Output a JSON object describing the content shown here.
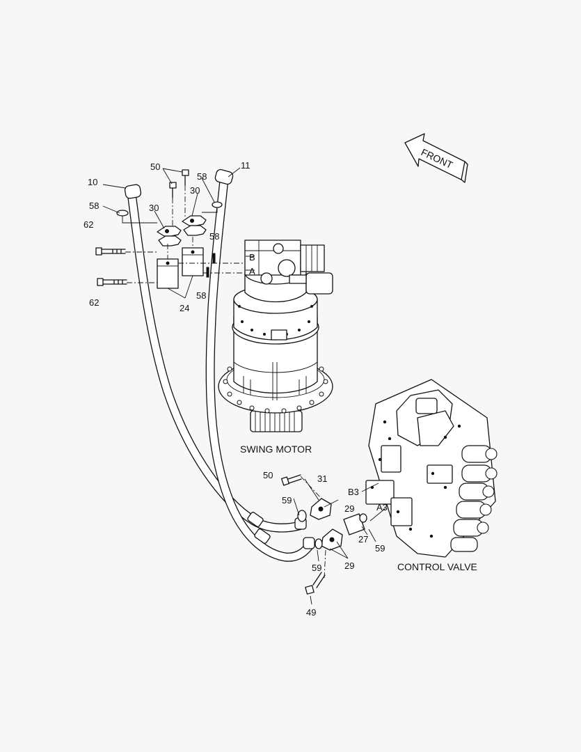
{
  "callouts": {
    "c10": "10",
    "c11": "11",
    "c50a": "50",
    "c58a": "58",
    "c30a": "30",
    "c30b": "30",
    "c58b": "58",
    "c62a": "62",
    "c58c": "58",
    "c58d": "58",
    "c62b": "62",
    "c24": "24",
    "c50b": "50",
    "c31": "31",
    "cB3": "B3",
    "c59a": "59",
    "c29a": "29",
    "cA3": "A3",
    "c27": "27",
    "c59b": "59",
    "c29b": "29",
    "c59c": "59",
    "c49": "49"
  },
  "port_labels": {
    "b": "B",
    "a": "A"
  },
  "captions": {
    "swing_motor": "SWING MOTOR",
    "control_valve": "CONTROL VALVE",
    "front_arrow": "FRONT"
  },
  "colors": {
    "line": "#111111",
    "background": "#f7f7f7",
    "fill": "#ffffff"
  }
}
